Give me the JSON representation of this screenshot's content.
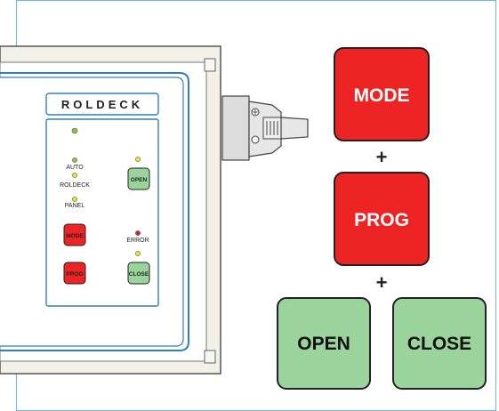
{
  "brand": "ROLDECK",
  "leds": {
    "auto": "AUTO",
    "roldeck": "ROLDECK",
    "panel": "PANEL",
    "error": "ERROR"
  },
  "panel_buttons": {
    "open": "OPEN",
    "mode": "MODE",
    "prog": "PROG",
    "close": "CLOSE"
  },
  "big_keys": {
    "mode": "MODE",
    "prog": "PROG",
    "open": "OPEN",
    "close": "CLOSE"
  },
  "plus": "+",
  "colors": {
    "accent_blue": "#2f7fc0",
    "frame_blue": "#6cb6dc",
    "red_key": "#ee2324",
    "green_key": "#9bd39c",
    "led_green": "#8dc63f",
    "led_yellow": "#f2e51c",
    "led_red": "#d0222a",
    "frame_beige": "#f2f1e8"
  }
}
